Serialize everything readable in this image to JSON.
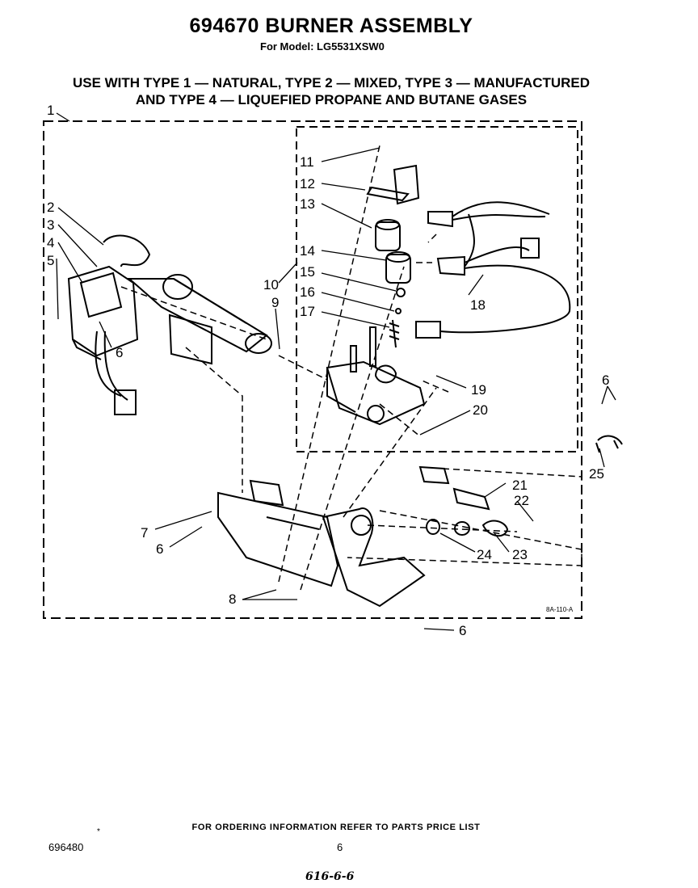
{
  "header": {
    "title": "694670 BURNER ASSEMBLY",
    "model": "For Model: LG5531XSW0",
    "use_line1": "USE WITH TYPE 1 — NATURAL, TYPE 2 — MIXED, TYPE 3 — MANUFACTURED",
    "use_line2": "AND TYPE 4 — LIQUEFIED PROPANE AND BUTANE GASES"
  },
  "callouts": [
    "1",
    "2",
    "3",
    "4",
    "5",
    "6",
    "6",
    "6",
    "6",
    "6",
    "7",
    "8",
    "9",
    "10",
    "11",
    "12",
    "13",
    "14",
    "15",
    "16",
    "17",
    "18",
    "19",
    "20",
    "21",
    "22",
    "23",
    "24",
    "25"
  ],
  "drawing_code": "8A-110-A",
  "footer": {
    "note": "FOR ORDERING INFORMATION REFER TO PARTS PRICE LIST",
    "star": "*",
    "doc_number": "696480",
    "page": "6",
    "handwritten": "616-6-6"
  }
}
